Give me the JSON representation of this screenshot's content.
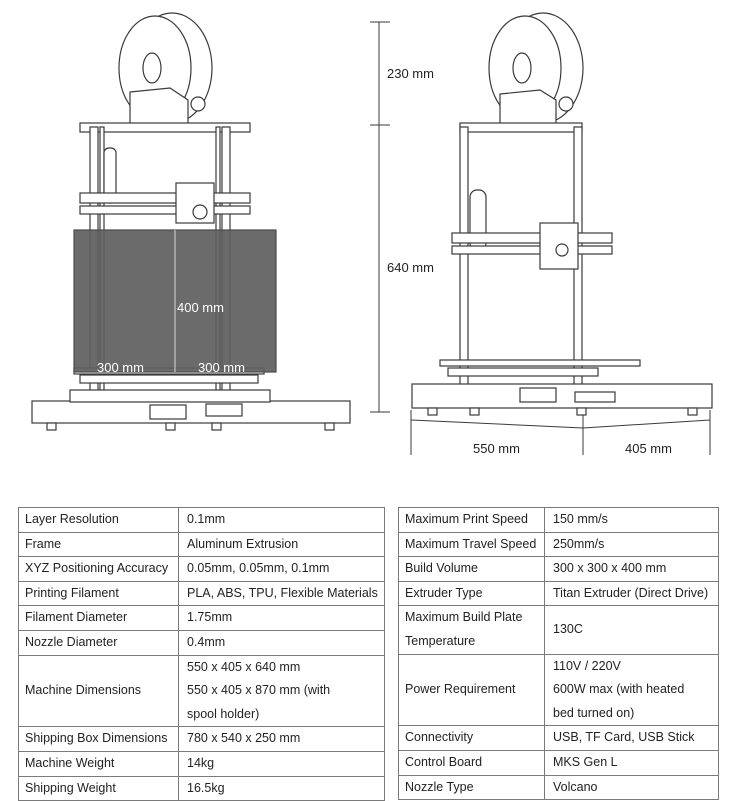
{
  "dimensions": {
    "spool_height": "230 mm",
    "frame_height": "640 mm",
    "build_height": "400 mm",
    "build_width": "300 mm",
    "build_depth": "300 mm",
    "machine_width": "550 mm",
    "machine_depth": "405 mm"
  },
  "colors": {
    "line": "#3a3a3a",
    "build_volume": "#5e5e5e",
    "table_border": "#7a7a7a"
  },
  "specs_left": [
    {
      "label": "Layer Resolution",
      "value": [
        "0.1mm"
      ]
    },
    {
      "label": "Frame",
      "value": [
        "Aluminum Extrusion"
      ]
    },
    {
      "label": "XYZ Positioning Accuracy",
      "value": [
        "0.05mm, 0.05mm, 0.1mm"
      ]
    },
    {
      "label": "Printing Filament",
      "value": [
        "PLA, ABS, TPU, Flexible Materials"
      ]
    },
    {
      "label": "Filament Diameter",
      "value": [
        "1.75mm"
      ]
    },
    {
      "label": "Nozzle Diameter",
      "value": [
        "0.4mm"
      ]
    },
    {
      "label": "Machine Dimensions",
      "value": [
        "550 x 405 x 640 mm",
        "550 x 405 x 870 mm (with",
        "spool holder)"
      ]
    },
    {
      "label": "Shipping Box Dimensions",
      "value": [
        "780 x 540 x 250 mm"
      ]
    },
    {
      "label": "Machine Weight",
      "value": [
        "14kg"
      ]
    },
    {
      "label": "Shipping Weight",
      "value": [
        "16.5kg"
      ]
    }
  ],
  "specs_right": [
    {
      "label": [
        "Maximum Print Speed"
      ],
      "value": [
        "150 mm/s"
      ]
    },
    {
      "label": [
        "Maximum Travel Speed"
      ],
      "value": [
        "250mm/s"
      ]
    },
    {
      "label": [
        "Build Volume"
      ],
      "value": [
        "300 x 300 x 400 mm"
      ]
    },
    {
      "label": [
        "Extruder Type"
      ],
      "value": [
        "Titan Extruder (Direct Drive)"
      ]
    },
    {
      "label": [
        "Maximum Build Plate",
        "Temperature"
      ],
      "value": [
        "130C"
      ]
    },
    {
      "label": [
        "Power Requirement"
      ],
      "value": [
        "110V / 220V",
        "600W max (with heated",
        "bed turned on)"
      ]
    },
    {
      "label": [
        "Connectivity"
      ],
      "value": [
        "USB, TF Card, USB Stick"
      ]
    },
    {
      "label": [
        "Control Board"
      ],
      "value": [
        "MKS Gen L"
      ]
    },
    {
      "label": [
        "Nozzle Type"
      ],
      "value": [
        "Volcano"
      ]
    }
  ]
}
